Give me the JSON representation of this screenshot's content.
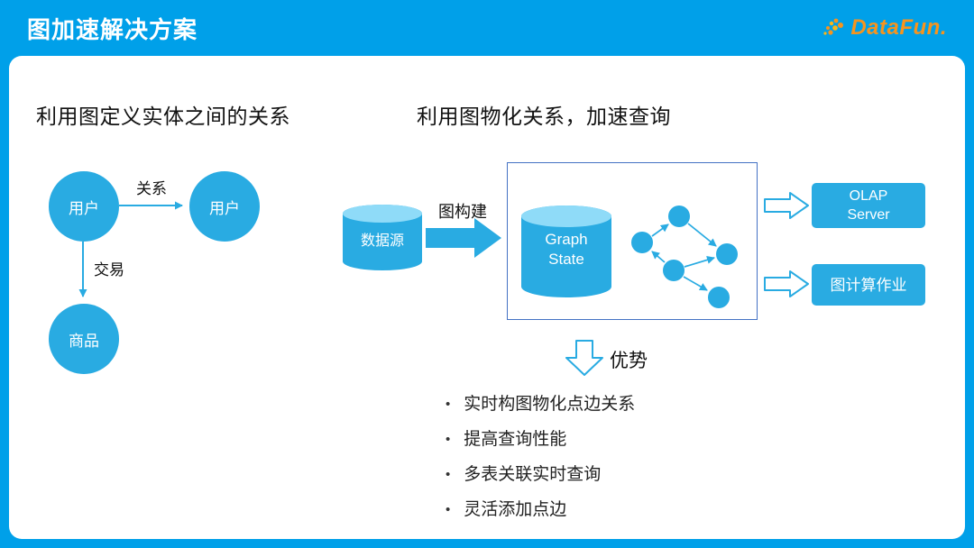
{
  "colors": {
    "frame_blue": "#00A0E9",
    "shape_blue": "#29ABE2",
    "cylinder_top": "#8FDBF8",
    "box_border": "#4472C4",
    "logo_orange": "#F7941D",
    "logo_yellow": "#FDB515",
    "text_dark": "#111111"
  },
  "header": {
    "title": "图加速解决方案",
    "logo": "DataFun."
  },
  "left": {
    "heading": "利用图定义实体之间的关系",
    "node_user1": "用户",
    "node_user2": "用户",
    "node_product": "商品",
    "edge_relation": "关系",
    "edge_transaction": "交易"
  },
  "right": {
    "heading": "利用图物化关系，加速查询",
    "datasource": "数据源",
    "build_label": "图构建",
    "graph_state_line1": "Graph",
    "graph_state_line2": "State",
    "olap_line1": "OLAP",
    "olap_line2": "Server",
    "graph_job": "图计算作业",
    "advantage": "优势",
    "bullets": [
      "实时构图物化点边关系",
      "提高查询性能",
      "多表关联实时查询",
      "灵活添加点边"
    ]
  }
}
